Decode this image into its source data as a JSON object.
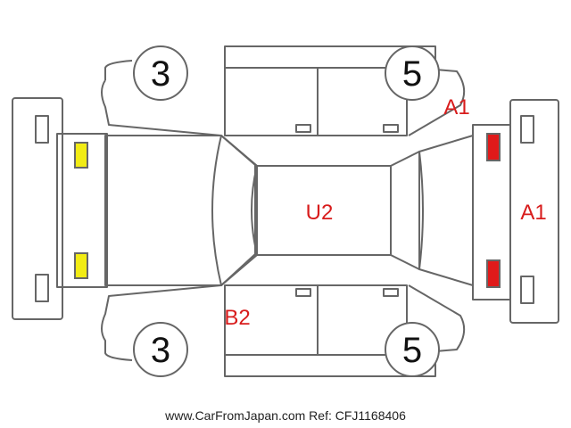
{
  "wheels": {
    "front_left": "3",
    "front_right": "3",
    "rear_left": "5",
    "rear_right": "5"
  },
  "damage_codes": {
    "roof": "U2",
    "front_left_fender": "B2",
    "rear_right_quarter": "A1",
    "rear_bumper": "A1"
  },
  "footer": {
    "credit": "www.CarFromJapan.com Ref: CFJ1168406"
  },
  "colors": {
    "outline": "#666666",
    "damage_text": "#d81c1c",
    "front_lamp_fill": "#f2ec14",
    "rear_lamp_fill": "#e01a1a"
  }
}
